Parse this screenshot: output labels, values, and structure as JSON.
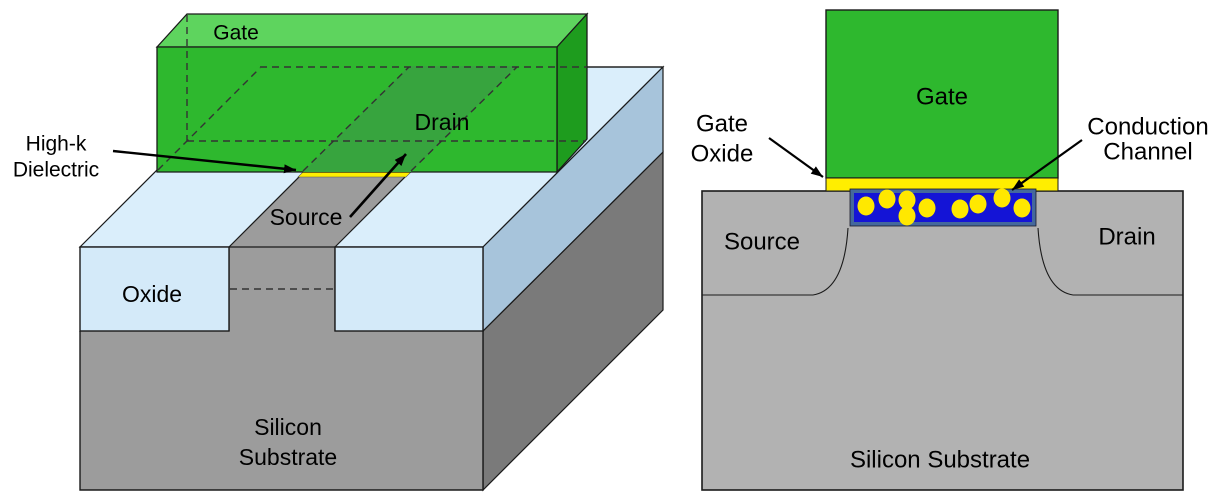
{
  "left_diagram": {
    "type": "finfet-3d-schematic",
    "labels": {
      "gate": "Gate",
      "drain": "Drain",
      "source": "Source",
      "highk_line1": "High-k",
      "highk_line2": "Dielectric",
      "oxide": "Oxide",
      "substrate_line1": "Silicon",
      "substrate_line2": "Substrate"
    }
  },
  "right_diagram": {
    "type": "mosfet-cross-section",
    "carrier_count": 9,
    "labels": {
      "gate": "Gate",
      "gate_oxide_line1": "Gate",
      "gate_oxide_line2": "Oxide",
      "conduction_line1": "Conduction",
      "conduction_line2": "Channel",
      "source": "Source",
      "drain": "Drain",
      "substrate": "Silicon Substrate"
    }
  },
  "colors": {
    "gate_front": "#2eb82e",
    "gate_top": "#5ed45e",
    "gate_side": "#1e9c1e",
    "gate_fin_band": "#37a43e",
    "oxide_front": "#d4eaf9",
    "oxide_top": "#daeefb",
    "oxide_side": "#a7c4db",
    "substrate_front": "#9c9c9c",
    "substrate_side": "#7a7a7a",
    "substrate_right": "#b2b2b2",
    "highk_yellow": "#ffee00",
    "channel_fill": "#1414d6",
    "channel_border": "#44689d",
    "carrier": "#ffe800"
  }
}
